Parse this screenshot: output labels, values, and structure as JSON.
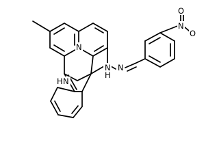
{
  "structure": {
    "atoms": {
      "N_ring": "N",
      "N_indole": "N",
      "H_indole": "H",
      "N_hydrazone_1": "N",
      "H_hydrazone": "H",
      "N_hydrazone_2": "N",
      "N_nitro": "N",
      "O_nitro_1": "O",
      "O_nitro_2": "O"
    }
  }
}
